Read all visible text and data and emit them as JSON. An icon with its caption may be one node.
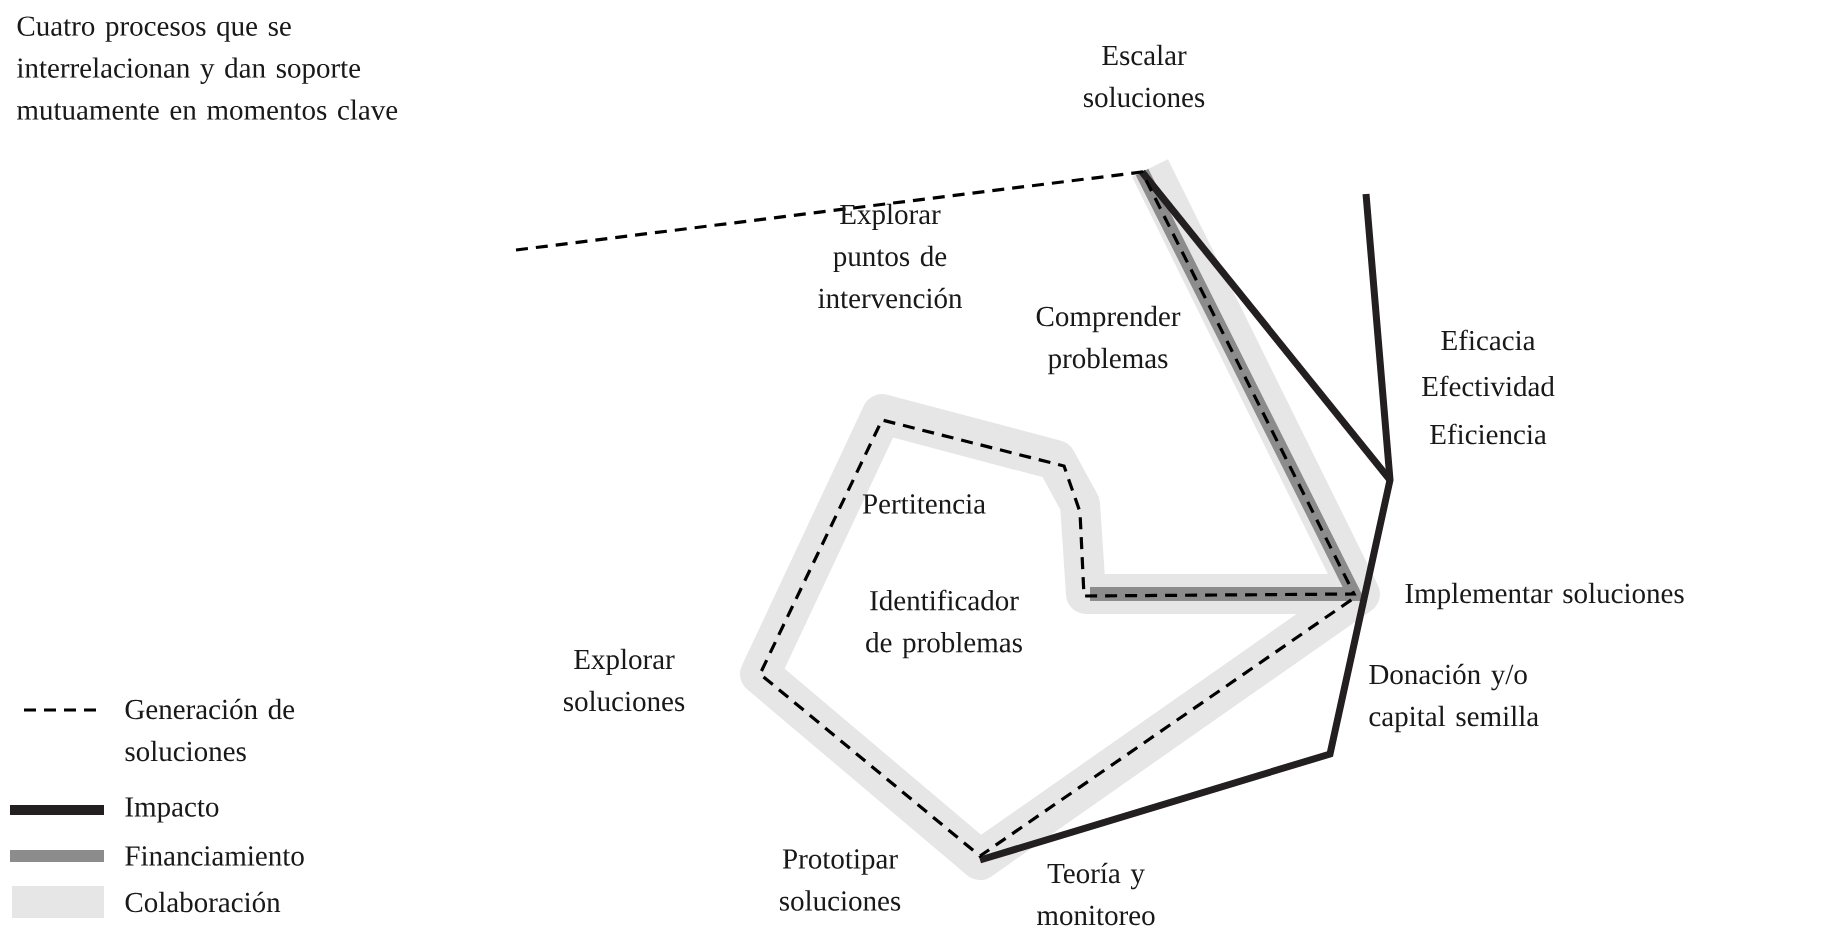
{
  "diagram": {
    "labels": [
      "Escalar soluciones",
      "Cuatro procesos que se interrelacionan y dan soporte mutuamente en momentos clave",
      "Explorar puntos de intervención",
      "Comprender problemas",
      "Eficacia",
      "Efectividad",
      "Eficiencia",
      "Pertitencia",
      "Implementar soluciones",
      "Explorar soluciones",
      "Identificador de problemas",
      "Donación y/o capital semilla",
      "Prototipar soluciones",
      "Teoría y monitoreo"
    ],
    "legend": [
      {
        "text": "Generación de soluciones"
      },
      {
        "text": "Impacto",
        "color": "#231f20"
      },
      {
        "text": "Financiamiento",
        "color": "#8c8c8c"
      },
      {
        "text": "Colaboración",
        "color": "#e6e6e6"
      }
    ]
  }
}
